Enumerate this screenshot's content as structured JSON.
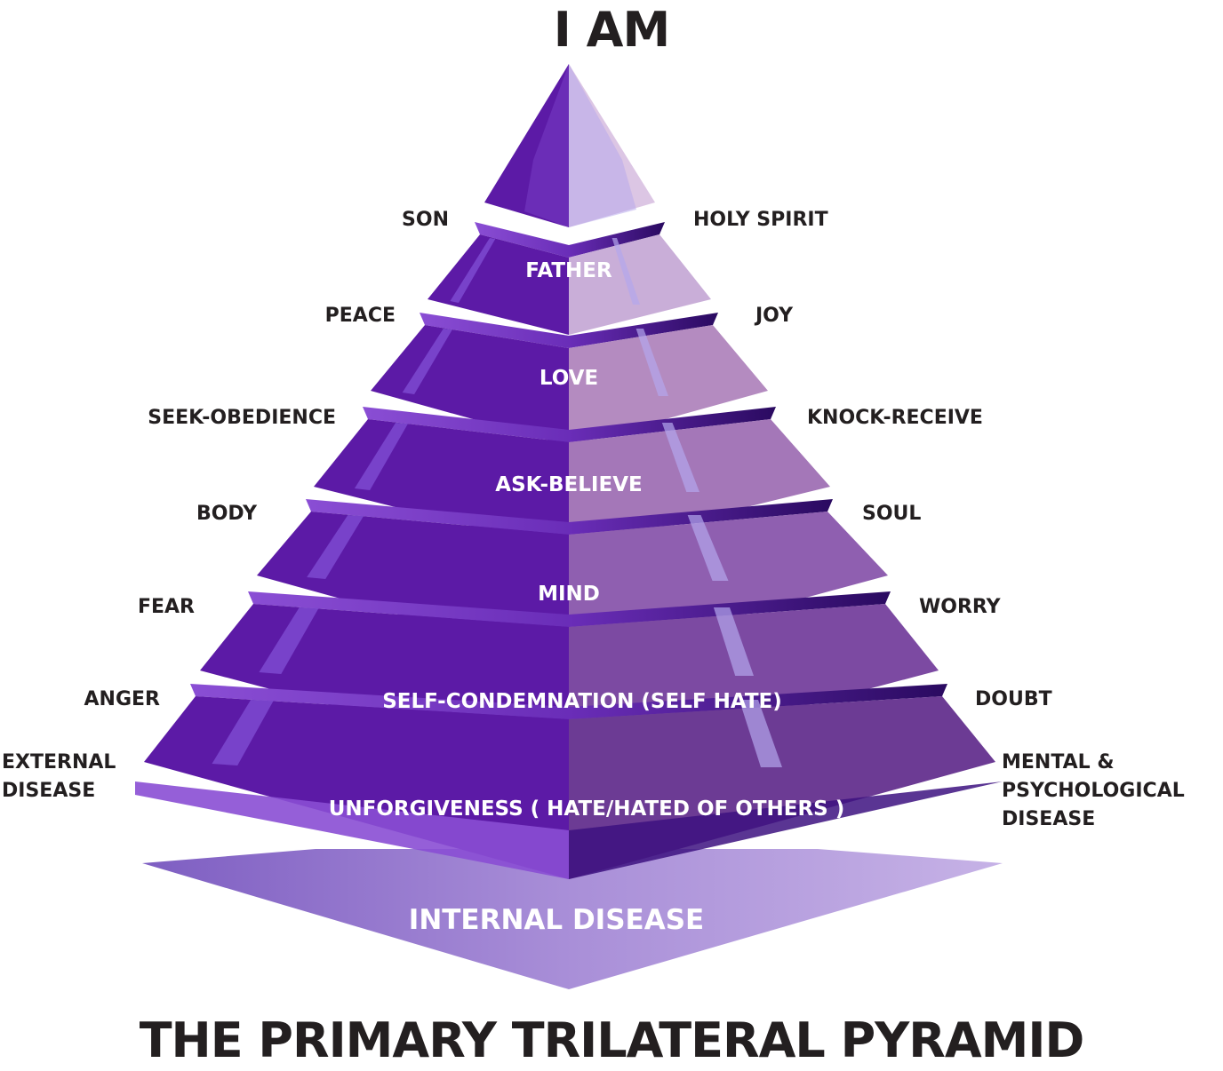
{
  "title_top": "I AM",
  "title_bottom": "THE PRIMARY TRILATERAL PYRAMID",
  "tiers": [
    {
      "center": "",
      "left": "SON",
      "right": "HOLY SPIRIT"
    },
    {
      "center": "FATHER",
      "left": "PEACE",
      "right": "JOY"
    },
    {
      "center": "LOVE",
      "left": "SEEK-OBEDIENCE",
      "right": "KNOCK-RECEIVE"
    },
    {
      "center": "ASK-BELIEVE",
      "left": "BODY",
      "right": "SOUL"
    },
    {
      "center": "MIND",
      "left": "FEAR",
      "right": "WORRY"
    },
    {
      "center": "SELF-CONDEMNATION (SELF HATE)",
      "left": "ANGER",
      "right": "DOUBT"
    },
    {
      "center": "UNFORGIVENESS ( HATE/HATED OF OTHERS )",
      "left": "EXTERNAL\nDISEASE",
      "right": "MENTAL &\nPSYCHOLOGICAL\nDISEASE"
    }
  ],
  "base_label": "INTERNAL DISEASE",
  "colors": {
    "left_face": "#5c1aa6",
    "left_highlight": "#7a3fc8",
    "right_face_top": "#d9bfe0",
    "right_face_bottom": "#6a3a9a",
    "ledge": "#7b3fc4",
    "base_arrow": "#9a7fd0",
    "text_dark": "#231f20",
    "text_light": "#ffffff"
  }
}
